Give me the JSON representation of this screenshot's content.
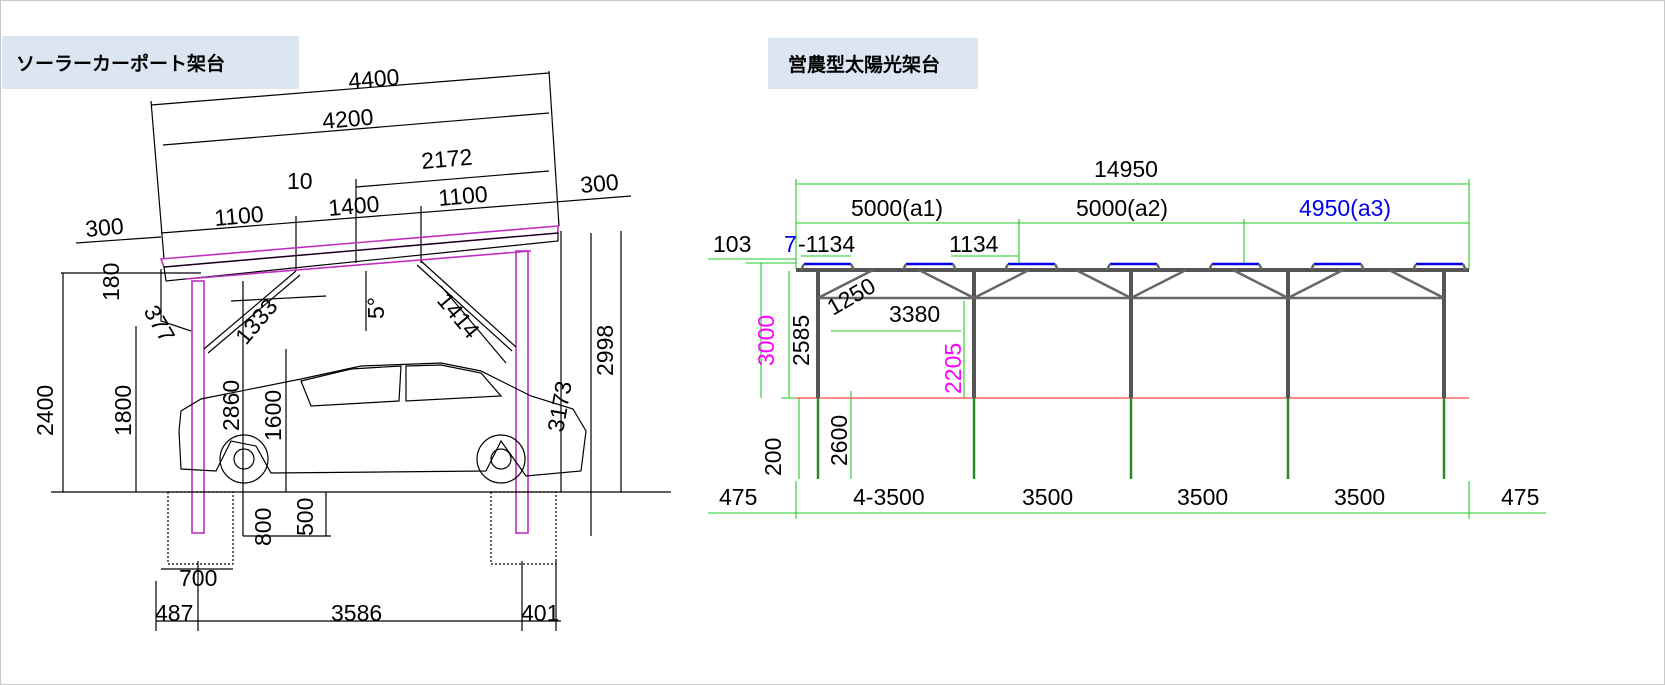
{
  "left_panel": {
    "title": "ソーラーカーポート架台",
    "dimensions": {
      "total_width": "4400",
      "panel_width": "4200",
      "offset_10": "10",
      "span_2172": "2172",
      "span_1400": "1400",
      "span_1100_left": "1100",
      "span_1100_right": "1100",
      "overhang_right": "300",
      "overhang_left": "300",
      "gutter_180": "180",
      "gutter_377": "377",
      "brace_1333": "1333",
      "tilt": "5°",
      "brace_1414": "1414",
      "height_2400": "2400",
      "height_1800": "1800",
      "height_2860": "2860",
      "height_1600": "1600",
      "height_3173": "3173",
      "height_2998": "2998",
      "foundation_800": "800",
      "foundation_500": "500",
      "foundation_width_700": "700",
      "offset_487": "487",
      "post_span_3586": "3586",
      "offset_401": "401"
    }
  },
  "right_panel": {
    "title": "営農型太陽光架台",
    "dimensions": {
      "total_length": "14950",
      "section_a1": "5000(a1)",
      "section_a2": "5000(a2)",
      "section_a3": "4950(a3)",
      "edge_103": "103",
      "count_7": "7",
      "panel_pitch": "-1134",
      "panel_1134": "1134",
      "height_3000": "3000",
      "height_2585": "2585",
      "brace_1250": "1250",
      "beam_3380": "3380",
      "height_2205": "2205",
      "embed_200": "200",
      "pile_2600": "2600",
      "edge_left_475": "475",
      "span_4_3500": "4-3500",
      "span_3500_a": "3500",
      "span_3500_b": "3500",
      "span_3500_c": "3500",
      "edge_right_475": "475"
    }
  },
  "colors": {
    "title_bg": "#dce6f2",
    "dimension_green": "#22cc22",
    "magenta": "#ff00ff",
    "blue": "#0000ee",
    "ground_red": "#ff4444",
    "frame_pink": "#c030c0"
  }
}
